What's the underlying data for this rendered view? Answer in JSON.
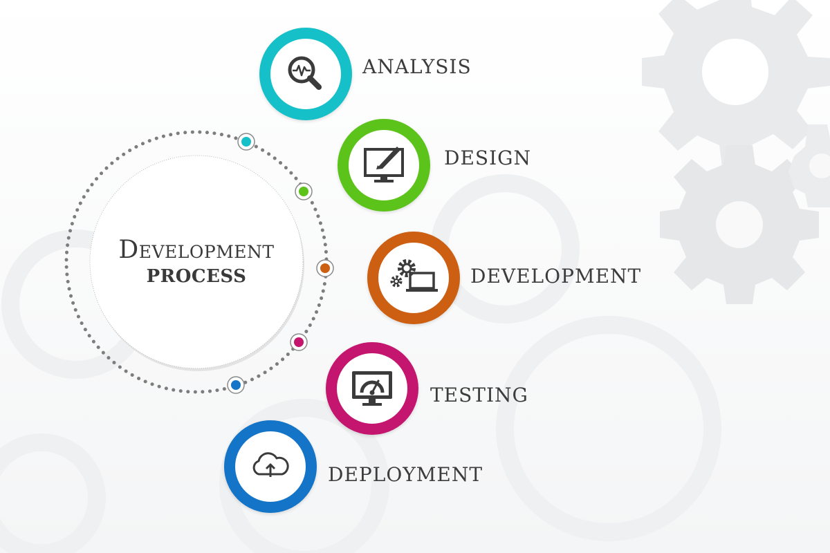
{
  "center": {
    "line1": "Development",
    "line2": "PROCESS"
  },
  "steps": [
    {
      "label": "ANALYSIS",
      "color": "#16c0c8",
      "icon": "analysis-magnifier-icon"
    },
    {
      "label": "DESIGN",
      "color": "#5cc31a",
      "icon": "design-monitor-pen-icon"
    },
    {
      "label": "DEVELOPMENT",
      "color": "#cc5f11",
      "icon": "development-gears-laptop-icon"
    },
    {
      "label": "TESTING",
      "color": "#c4156f",
      "icon": "testing-gauge-monitor-icon"
    },
    {
      "label": "DEPLOYMENT",
      "color": "#1474c8",
      "icon": "deployment-cloud-upload-icon"
    }
  ]
}
